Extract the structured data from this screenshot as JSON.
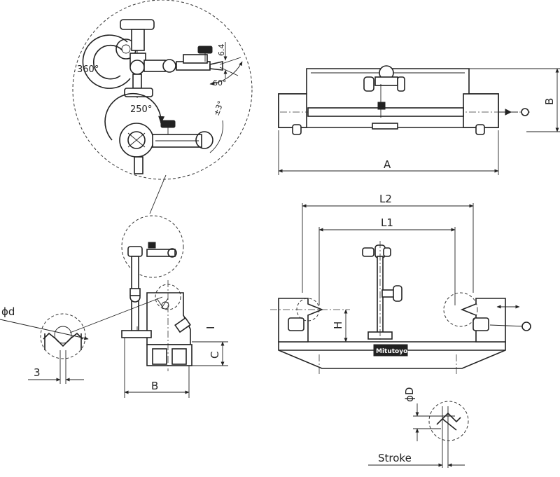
{
  "dimensions": {
    "A": "A",
    "B": "B",
    "B_side": "B",
    "C": "C",
    "H": "H",
    "I": "I",
    "L1": "L1",
    "L2": "L2",
    "phi_d": "ϕd",
    "phi_D": "ϕD",
    "three": "3",
    "stroke": "Stroke"
  },
  "detail": {
    "angle_360": "360°",
    "angle_250": "250°",
    "angle_60": "60°",
    "size_64": "6.4",
    "angle_pm3": "±3°"
  },
  "brand": "Mitutoyo"
}
